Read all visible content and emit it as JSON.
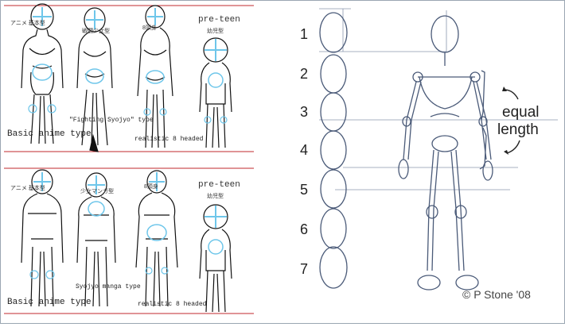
{
  "top_panel": {
    "fig1": {
      "jp": "アニメ\n基本型",
      "label": "Basic anime type"
    },
    "fig2": {
      "jp": "戦闘少女型",
      "label": "\"Fighting Syojyo\" type"
    },
    "fig3": {
      "jp": "8頭身",
      "label": "realistic 8 headed"
    },
    "fig4": {
      "jp": "幼児型",
      "title": "pre-teen"
    }
  },
  "bottom_panel": {
    "fig1": {
      "jp": "アニメ\n基本型",
      "label": "Basic anime type"
    },
    "fig2": {
      "jp": "少女マンガ型",
      "label": "Syojyo manga type"
    },
    "fig3": {
      "jp": "8頭身",
      "label": "realistic 8 headed"
    },
    "fig4": {
      "jp": "幼児型",
      "title": "pre-teen"
    }
  },
  "proportion": {
    "head_numbers": [
      "1",
      "2",
      "3",
      "4",
      "5",
      "6",
      "7"
    ],
    "annotation": [
      "equal",
      "length"
    ],
    "copyright": "© P Stone '08"
  },
  "colors": {
    "guide_red": "#c0282d",
    "pencil": "#4a5a78",
    "highlight": "#6ec6ea"
  }
}
